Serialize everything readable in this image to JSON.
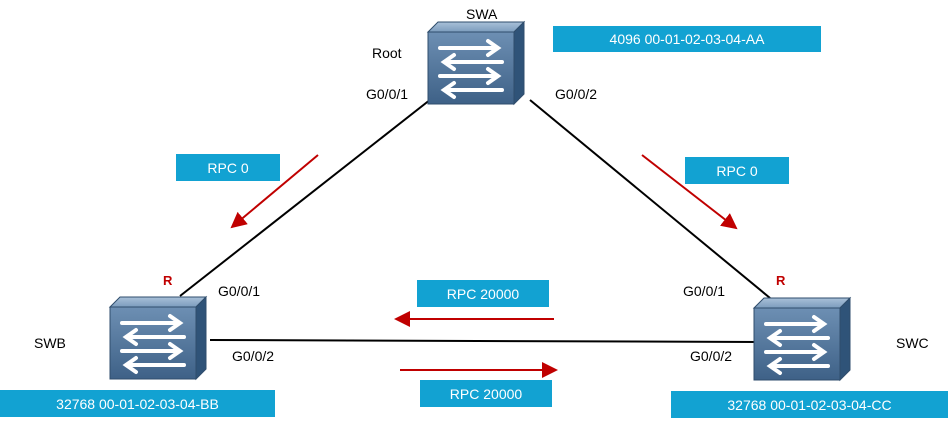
{
  "switches": {
    "swa": {
      "name": "SWA",
      "role": "Root",
      "bridge_id": "4096 00-01-02-03-04-AA",
      "port_left": "G0/0/1",
      "port_right": "G0/0/2"
    },
    "swb": {
      "name": "SWB",
      "root_port_mark": "R",
      "bridge_id": "32768 00-01-02-03-04-BB",
      "port_top": "G0/0/1",
      "port_right": "G0/0/2"
    },
    "swc": {
      "name": "SWC",
      "root_port_mark": "R",
      "bridge_id": "32768 00-01-02-03-04-CC",
      "port_top": "G0/0/1",
      "port_left": "G0/0/2"
    }
  },
  "rpc_labels": {
    "swa_to_swb": "RPC 0",
    "swa_to_swc": "RPC 0",
    "swc_to_swb": "RPC 20000",
    "swb_to_swc": "RPC 20000"
  },
  "colors": {
    "tag_bg": "#12a2d2",
    "arrow": "#c00000",
    "link": "#000000",
    "switch_face": "#4a6f95"
  },
  "icons": [
    "switch-icon",
    "arrow-icon"
  ]
}
